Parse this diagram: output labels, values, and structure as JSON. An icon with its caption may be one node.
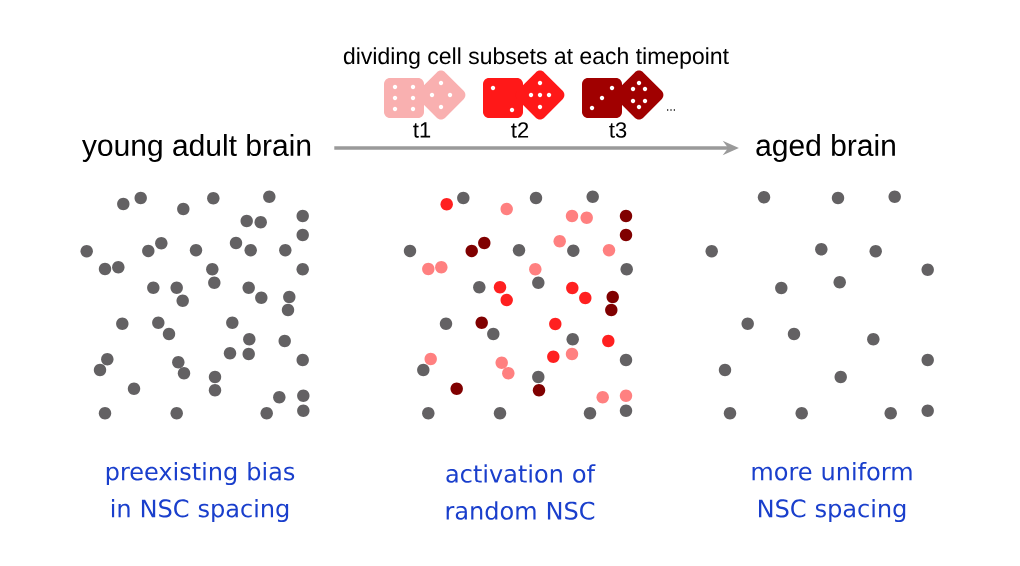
{
  "diagram": {
    "nodes": [
      {
        "text": [
          "young adult brain"
        ]
      },
      {
        "text": [
          "aged brain"
        ]
      }
    ],
    "edges": [
      {
        "from": 0,
        "to": 1,
        "arrow": "to"
      }
    ],
    "labels": [
      "dividing cell subsets at each timepoint",
      "t1",
      "t2",
      "t3",
      "...",
      "preexisting bias in NSC spacing",
      "activation of random NSC",
      "more uniform NSC spacing"
    ]
  }
}
